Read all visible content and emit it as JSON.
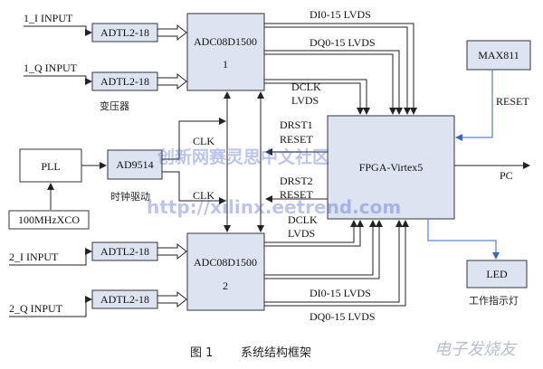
{
  "blocks": {
    "adtl_1": "ADTL2-18",
    "adtl_2": "ADTL2-18",
    "adtl_3": "ADTL2-18",
    "adtl_4": "ADTL2-18",
    "adc_top_line1": "ADC08D1500",
    "adc_top_line2": "1",
    "adc_bottom_line1": "ADC08D1500",
    "adc_bottom_line2": "2",
    "pll": "PLL",
    "ad9514": "AD9514",
    "xco": "100MHzXCO",
    "fpga": "FPGA-Virtex5",
    "max811": "MAX811",
    "led": "LED"
  },
  "labels": {
    "input_1i": "1_I INPUT",
    "input_1q": "1_Q INPUT",
    "input_2i": "2_I INPUT",
    "input_2q": "2_Q INPUT",
    "transformer": "变压器",
    "clock_driver": "时钟驱动",
    "clk_top": "CLK",
    "clk_bottom": "CLK",
    "di_top": "DI0-15  LVDS",
    "dq_top": "DQ0-15  LVDS",
    "dclk_top_1": "DCLK",
    "dclk_top_2": "LVDS",
    "drst1_1": "DRST1",
    "drst1_2": "RESET",
    "drst2_1": "DRST2",
    "drst2_2": "RESET",
    "dclk_bot_1": "DCLK",
    "dclk_bot_2": "LVDS",
    "di_bottom": "DI0-15  LVDS",
    "dq_bottom": "DQ0-15  LVDS",
    "reset": "RESET",
    "pc": "PC",
    "status_light": "工作指示灯"
  },
  "caption": {
    "figure": "图 1",
    "title": "系统结构框架"
  },
  "watermarks": {
    "cn": "创新网赛灵思中文社区",
    "url": "http://xilinx.eetrend.com",
    "corner": "电子发烧友"
  }
}
